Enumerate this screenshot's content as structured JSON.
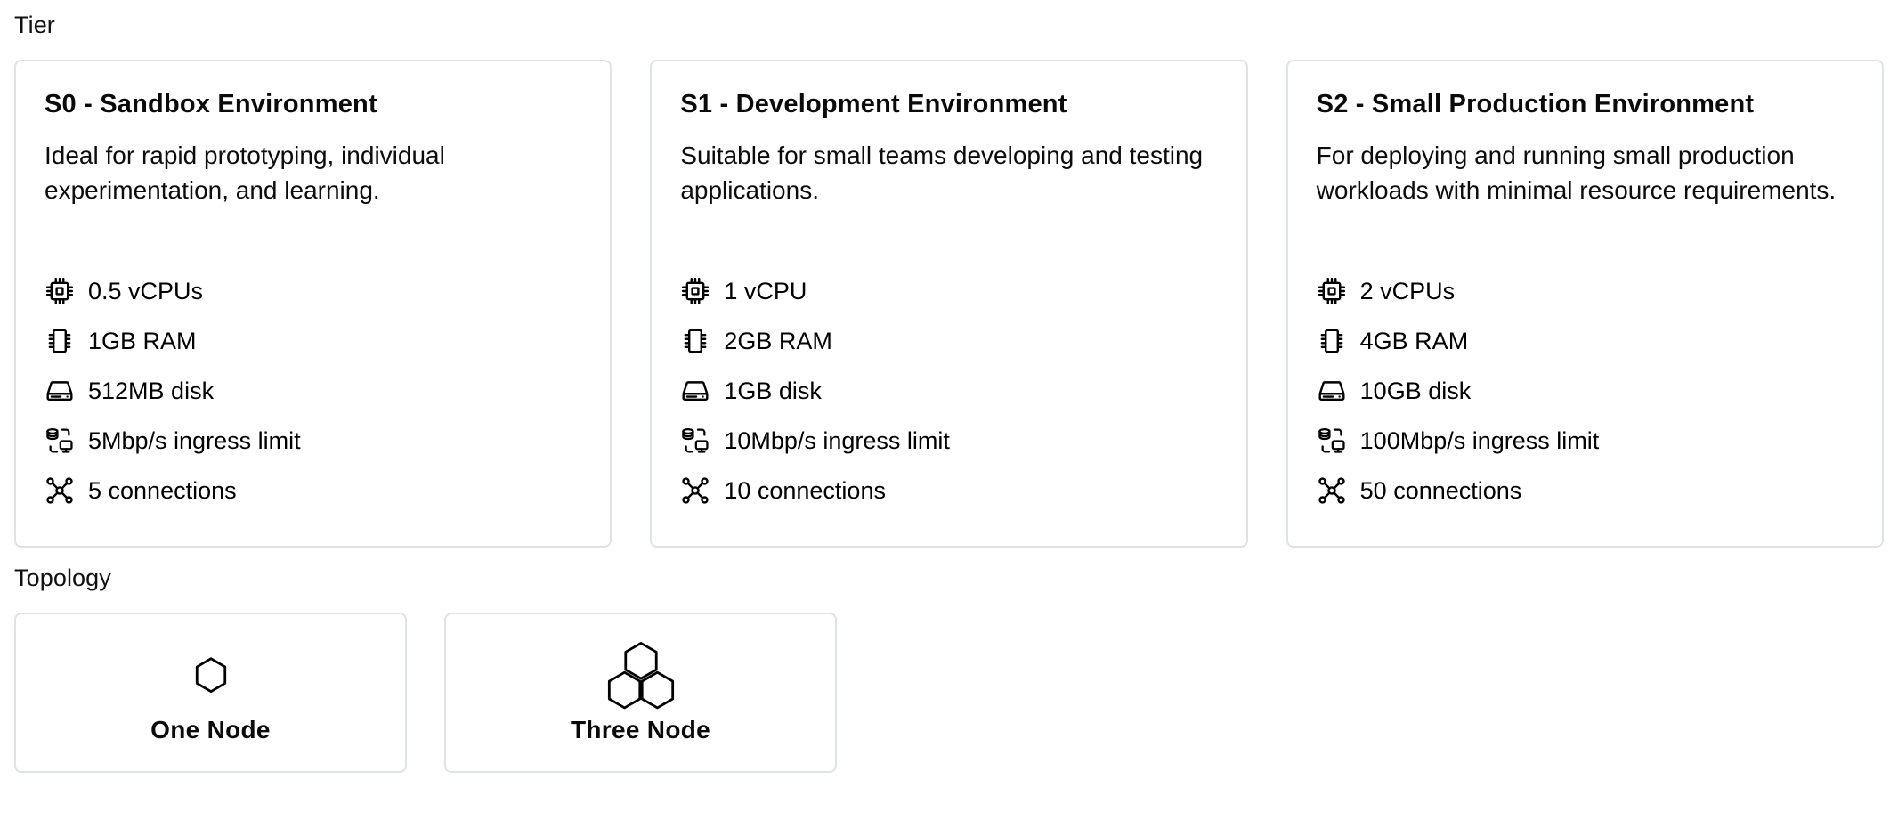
{
  "sections": {
    "tier": {
      "label": "Tier"
    },
    "topology": {
      "label": "Topology"
    }
  },
  "colors": {
    "card_border": "#dde3e7",
    "background": "#ffffff",
    "text": "#000000"
  },
  "tiers": [
    {
      "id": "s0",
      "title": "S0 - Sandbox Environment",
      "description": "Ideal for rapid prototyping, individual experimentation, and learning.",
      "specs": [
        {
          "icon": "cpu-icon",
          "text": "0.5 vCPUs"
        },
        {
          "icon": "memory-icon",
          "text": "1GB RAM"
        },
        {
          "icon": "disk-icon",
          "text": "512MB disk"
        },
        {
          "icon": "ingress-icon",
          "text": "5Mbp/s ingress limit"
        },
        {
          "icon": "connections-icon",
          "text": "5 connections"
        }
      ]
    },
    {
      "id": "s1",
      "title": "S1 - Development Environment",
      "description": "Suitable for small teams developing and testing applications.",
      "specs": [
        {
          "icon": "cpu-icon",
          "text": "1 vCPU"
        },
        {
          "icon": "memory-icon",
          "text": "2GB RAM"
        },
        {
          "icon": "disk-icon",
          "text": "1GB disk"
        },
        {
          "icon": "ingress-icon",
          "text": "10Mbp/s ingress limit"
        },
        {
          "icon": "connections-icon",
          "text": "10 connections"
        }
      ]
    },
    {
      "id": "s2",
      "title": "S2 - Small Production Environment",
      "description": "For deploying and running small production workloads with minimal resource requirements.",
      "specs": [
        {
          "icon": "cpu-icon",
          "text": "2 vCPUs"
        },
        {
          "icon": "memory-icon",
          "text": "4GB RAM"
        },
        {
          "icon": "disk-icon",
          "text": "10GB disk"
        },
        {
          "icon": "ingress-icon",
          "text": "100Mbp/s ingress limit"
        },
        {
          "icon": "connections-icon",
          "text": "50 connections"
        }
      ]
    }
  ],
  "topologies": [
    {
      "id": "one-node",
      "label": "One Node",
      "icon": "single-hexagon-icon"
    },
    {
      "id": "three-node",
      "label": "Three Node",
      "icon": "triple-hexagon-icon"
    }
  ]
}
